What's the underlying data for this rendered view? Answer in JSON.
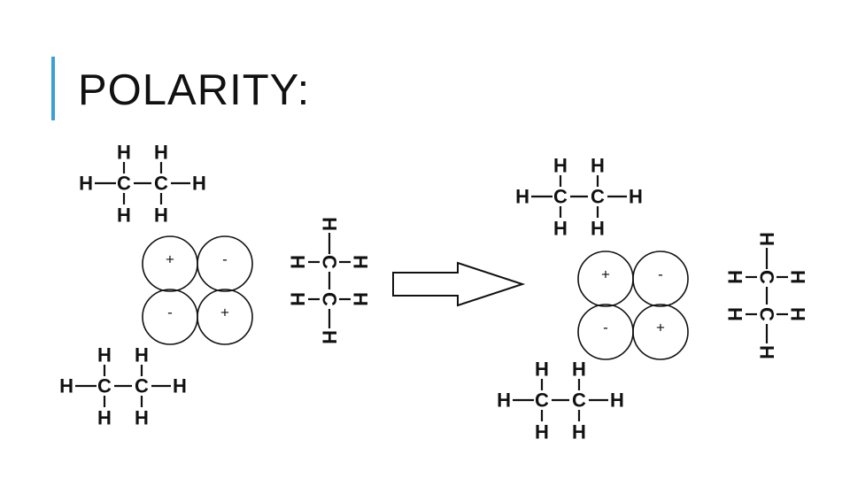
{
  "title": "POLARITY:",
  "colors": {
    "accent": "#3aa0d8",
    "ink": "#111111"
  },
  "molecule_atoms": {
    "hydrogen": "H",
    "carbon": "C"
  },
  "charges": {
    "plus": "+",
    "minus": "-"
  }
}
